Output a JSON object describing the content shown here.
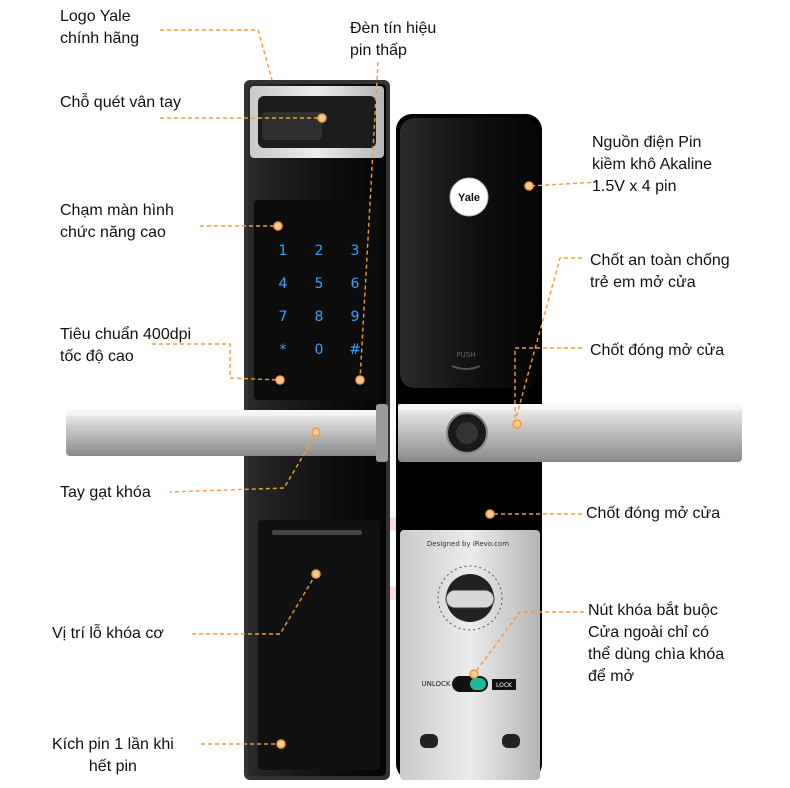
{
  "labels": {
    "logo": [
      "Logo Yale",
      "chính hãng"
    ],
    "fingerprint": [
      "Chỗ quét vân tay"
    ],
    "touchscreen": [
      "Chạm màn hình",
      "chức năng cao"
    ],
    "dpi": [
      "Tiêu chuẩn 400dpi",
      "tốc độ cao"
    ],
    "handle": [
      "Tay gạt khóa"
    ],
    "keyhole": [
      "Vị trí lỗ khóa cơ"
    ],
    "emergency": [
      "Kích pin 1 lần khi",
      "hết pin"
    ],
    "battery_led": [
      "Đèn tín hiệu",
      "pin thấp"
    ],
    "power": [
      "Nguồn điện Pin",
      "kiềm khô Akaline",
      "1.5V x 4 pin"
    ],
    "child_lock": [
      "Chốt an toàn chống",
      "trẻ em mở cửa"
    ],
    "latch1": [
      "Chốt đóng mở cửa"
    ],
    "latch2": [
      "Chốt đóng mở cửa"
    ],
    "mandatory_lock": [
      "Nút khóa bắt buộc",
      "Cửa ngoài chỉ có",
      "thể dùng chìa khóa",
      "để mở"
    ]
  },
  "device": {
    "brand": "Yale",
    "push": "PUSH",
    "designed_by": "Designed by iRevo.com",
    "unlock": "UNLOCK",
    "lock": "LOCK",
    "keypad": [
      "1",
      "2",
      "3",
      "4",
      "5",
      "6",
      "7",
      "8",
      "9",
      "*",
      "0",
      "#"
    ]
  },
  "watermark": "WDM",
  "colors": {
    "accent": "#f39c3b",
    "keypad": "#3aa0ff",
    "body": "#1a1a1a"
  }
}
